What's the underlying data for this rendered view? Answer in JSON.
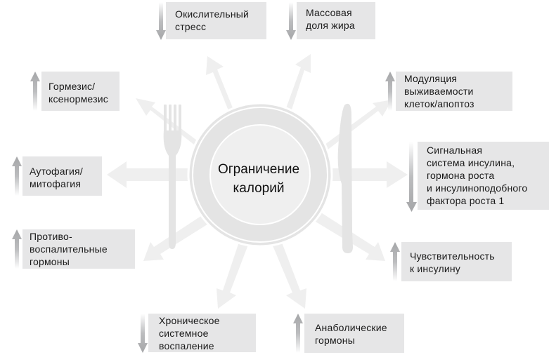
{
  "center": {
    "lines": [
      "Ограничение",
      "калорий"
    ]
  },
  "colors": {
    "box_bg": "#e6e6e7",
    "ray": "#efefef",
    "plate": "#e4e4e4",
    "indicator": "#a9aaac"
  },
  "effects": [
    {
      "id": "oxidative-stress",
      "direction": "down",
      "lines": [
        "Окислительный",
        "стресс"
      ]
    },
    {
      "id": "fat-mass",
      "direction": "down",
      "lines": [
        "Массовая",
        "доля жира"
      ]
    },
    {
      "id": "hormesis",
      "direction": "up",
      "lines": [
        "Гормезис/",
        "ксенормезис"
      ]
    },
    {
      "id": "cell-survival",
      "direction": "up",
      "lines": [
        "Модуляция",
        "выживаемости",
        "клеток/апоптоз"
      ]
    },
    {
      "id": "autophagy",
      "direction": "up",
      "lines": [
        "Аутофагия/",
        "митофагия"
      ]
    },
    {
      "id": "insulin-igf-signaling",
      "direction": "down",
      "lines": [
        "Сигнальная",
        "система инсулина,",
        "гормона роста",
        "и инсулиноподобного",
        "фактора роста 1"
      ]
    },
    {
      "id": "anti-inflammatory-hormones",
      "direction": "up",
      "lines": [
        "Противо-",
        "воспалительные",
        "гормоны"
      ]
    },
    {
      "id": "insulin-sensitivity",
      "direction": "up",
      "lines": [
        "Чувствительность",
        "к инсулину"
      ]
    },
    {
      "id": "chronic-inflammation",
      "direction": "down",
      "lines": [
        "Хроническое",
        "системное",
        "воспаление"
      ]
    },
    {
      "id": "anabolic-hormones",
      "direction": "up",
      "lines": [
        "Анаболические",
        "гормоны"
      ]
    }
  ]
}
